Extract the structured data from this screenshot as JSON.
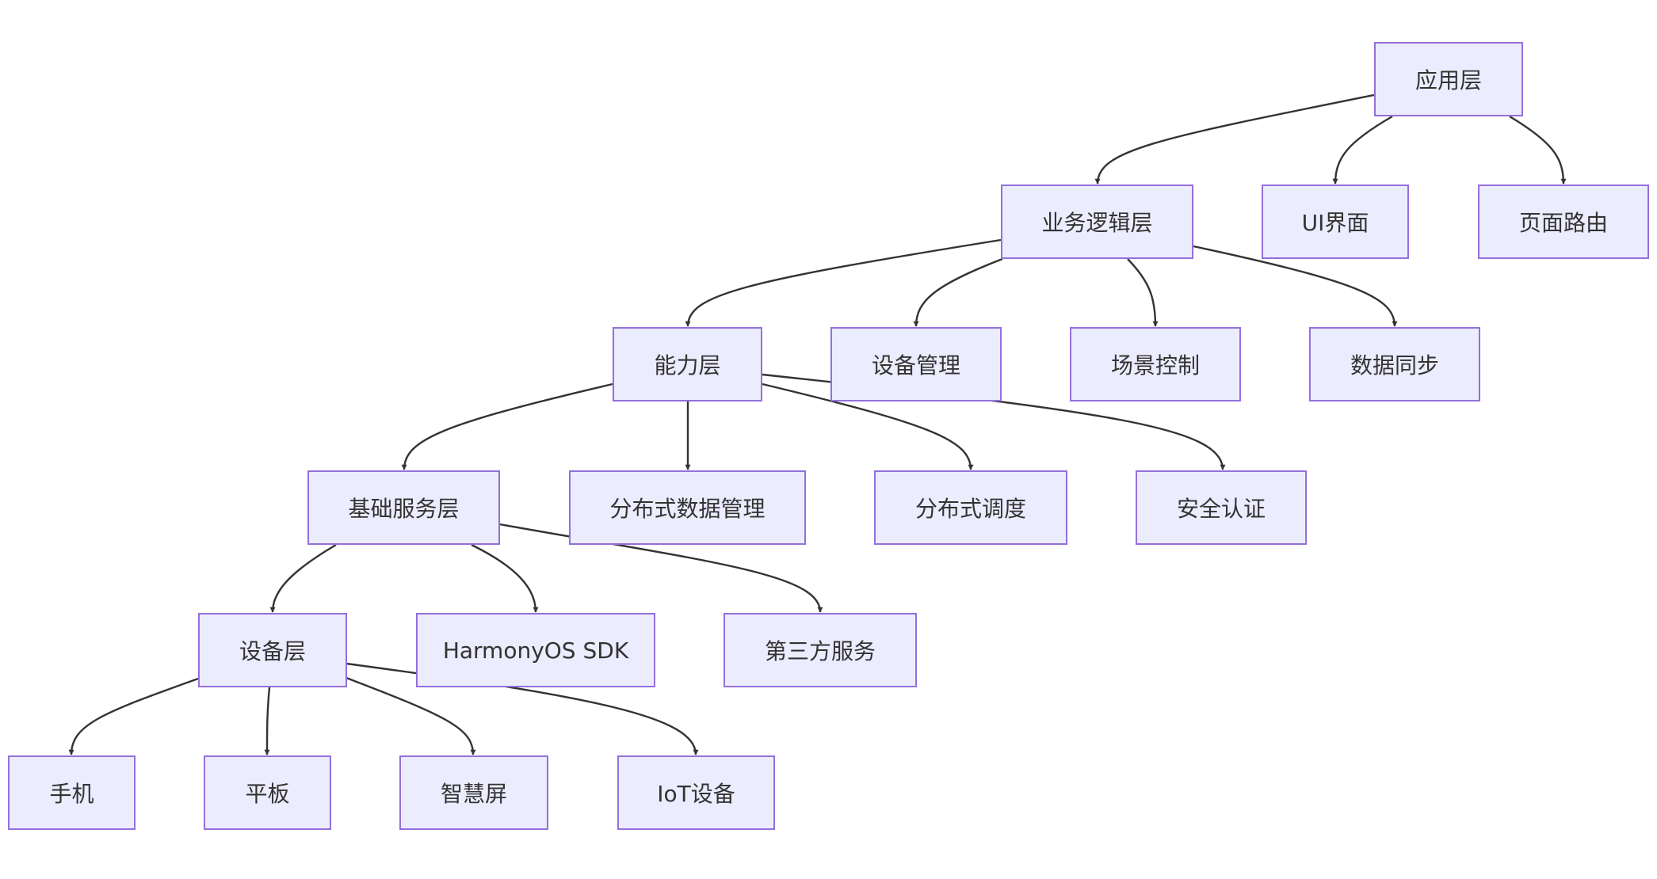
{
  "diagram": {
    "type": "flowchart",
    "direction": "top-down",
    "nodes": [
      {
        "id": "app",
        "label": "应用层"
      },
      {
        "id": "biz",
        "label": "业务逻辑层"
      },
      {
        "id": "ui",
        "label": "UI界面"
      },
      {
        "id": "route",
        "label": "页面路由"
      },
      {
        "id": "cap",
        "label": "能力层"
      },
      {
        "id": "devmgr",
        "label": "设备管理"
      },
      {
        "id": "scene",
        "label": "场景控制"
      },
      {
        "id": "sync",
        "label": "数据同步"
      },
      {
        "id": "base",
        "label": "基础服务层"
      },
      {
        "id": "ddm",
        "label": "分布式数据管理"
      },
      {
        "id": "dsched",
        "label": "分布式调度"
      },
      {
        "id": "auth",
        "label": "安全认证"
      },
      {
        "id": "device",
        "label": "设备层"
      },
      {
        "id": "sdk",
        "label": "HarmonyOS SDK"
      },
      {
        "id": "third",
        "label": "第三方服务"
      },
      {
        "id": "phone",
        "label": "手机"
      },
      {
        "id": "tablet",
        "label": "平板"
      },
      {
        "id": "screen",
        "label": "智慧屏"
      },
      {
        "id": "iot",
        "label": "IoT设备"
      }
    ],
    "edges": [
      {
        "from": "app",
        "to": "biz"
      },
      {
        "from": "app",
        "to": "ui"
      },
      {
        "from": "app",
        "to": "route"
      },
      {
        "from": "biz",
        "to": "cap"
      },
      {
        "from": "biz",
        "to": "devmgr"
      },
      {
        "from": "biz",
        "to": "scene"
      },
      {
        "from": "biz",
        "to": "sync"
      },
      {
        "from": "cap",
        "to": "base"
      },
      {
        "from": "cap",
        "to": "ddm"
      },
      {
        "from": "cap",
        "to": "dsched"
      },
      {
        "from": "cap",
        "to": "auth"
      },
      {
        "from": "base",
        "to": "device"
      },
      {
        "from": "base",
        "to": "sdk"
      },
      {
        "from": "base",
        "to": "third"
      },
      {
        "from": "device",
        "to": "phone"
      },
      {
        "from": "device",
        "to": "tablet"
      },
      {
        "from": "device",
        "to": "screen"
      },
      {
        "from": "device",
        "to": "iot"
      }
    ],
    "colors": {
      "node_fill": "#ECECFF",
      "node_border": "#9370DB",
      "edge": "#333333",
      "text": "#333333",
      "background": "#FFFFFF"
    }
  }
}
